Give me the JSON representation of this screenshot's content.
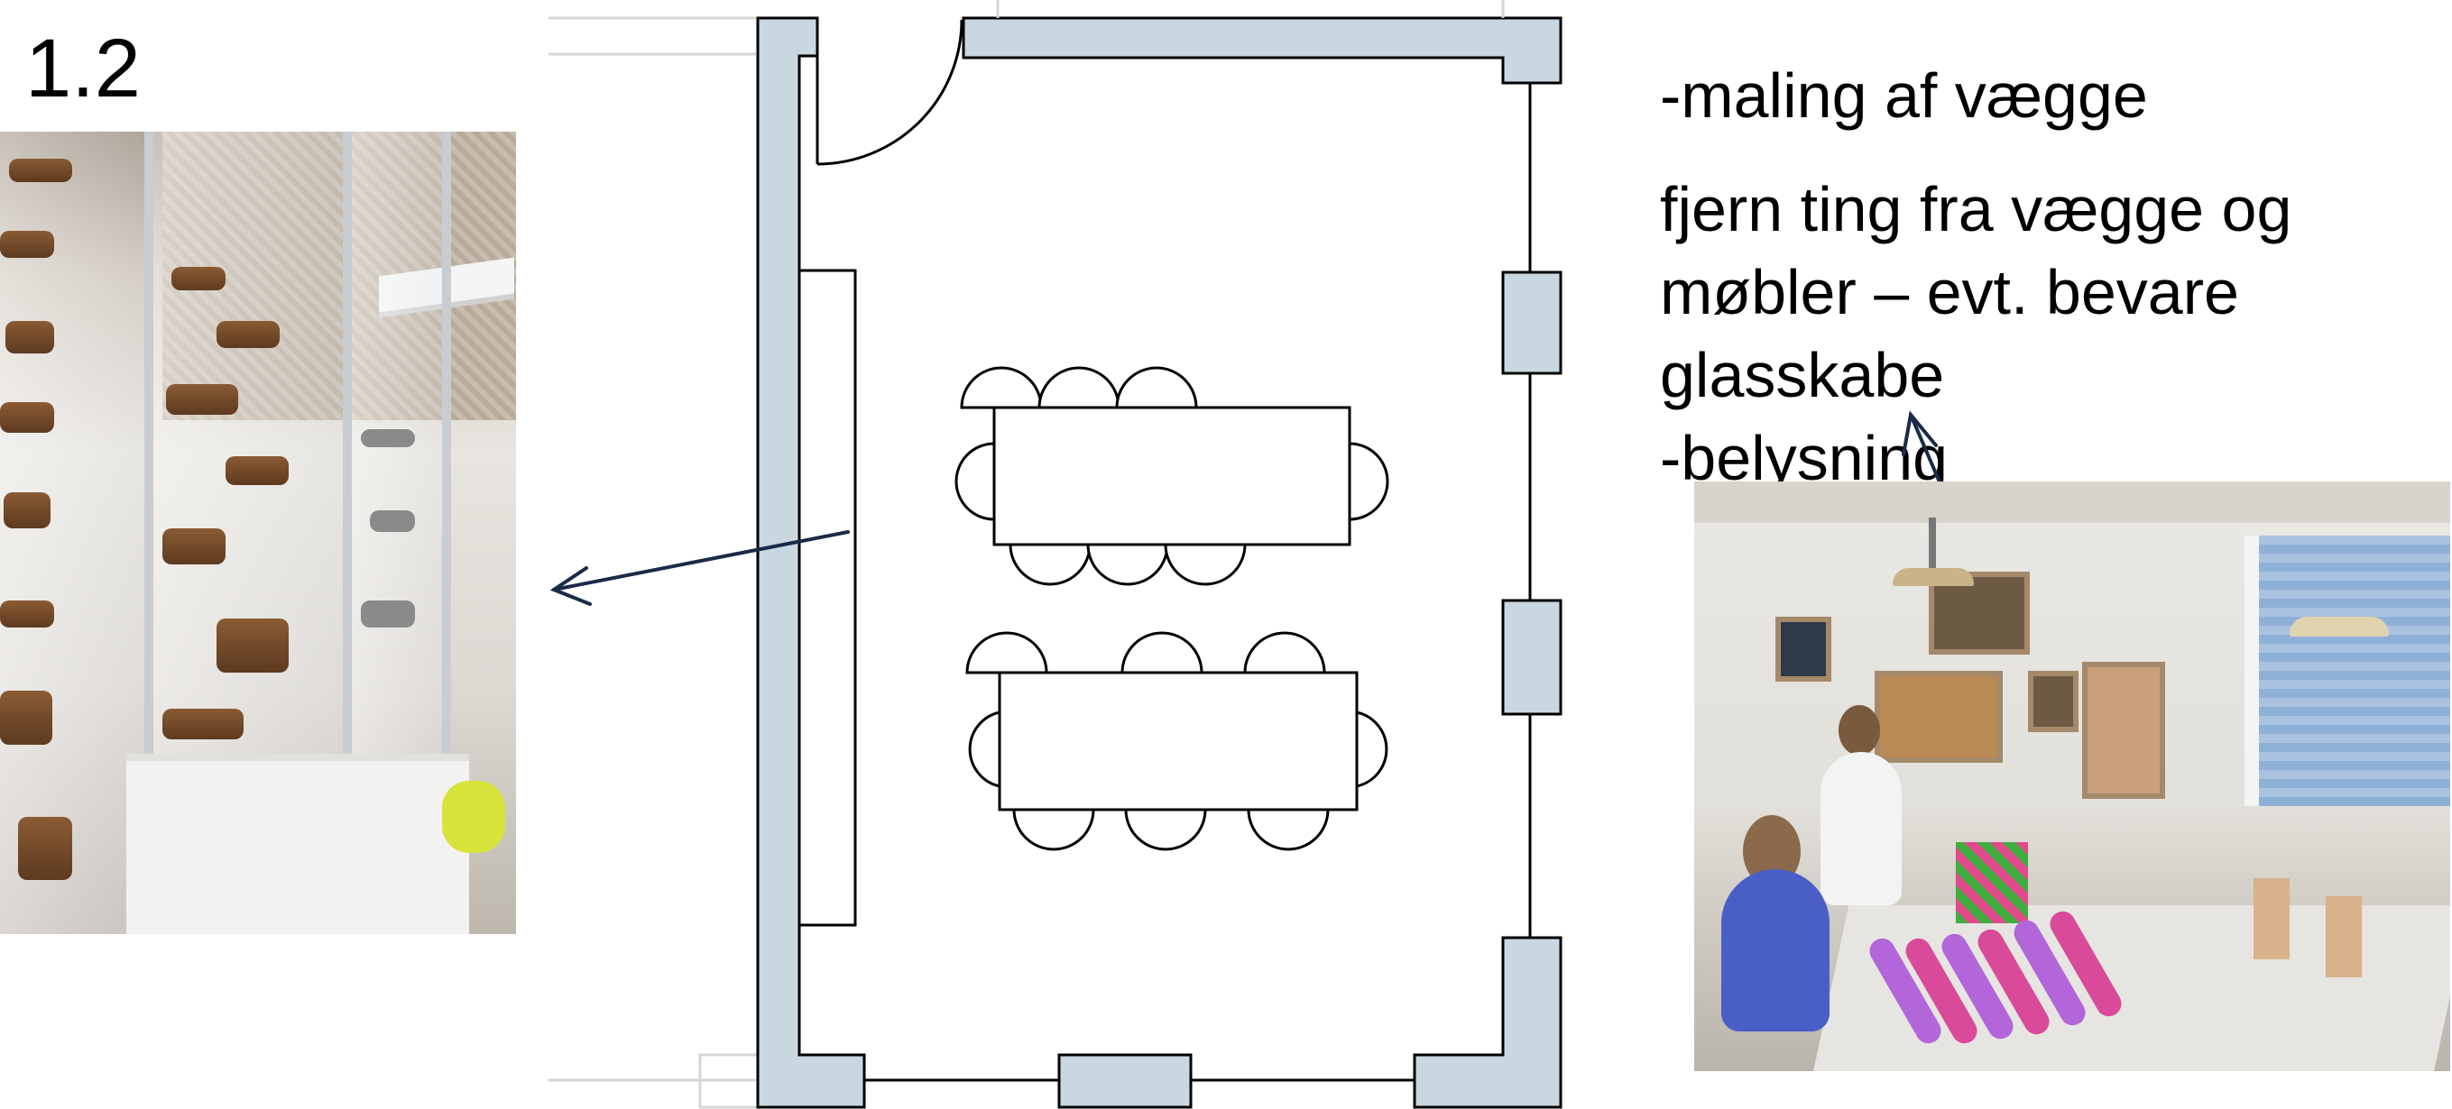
{
  "slide_number": "1.2",
  "notes": {
    "line_1": "-maling af vægge",
    "line_2": "fjern ting fra vægge og",
    "line_3": "møbler – evt. bevare",
    "line_4": "glasskabe",
    "line_5": "-belysning"
  },
  "colors": {
    "wall_fill": "#c9d7e1",
    "arrow": "#1a2b47",
    "outline": "#000000"
  },
  "icons": {
    "photo_left": "display-cases-with-old-tools-photo",
    "photo_right": "meeting-room-photo"
  }
}
